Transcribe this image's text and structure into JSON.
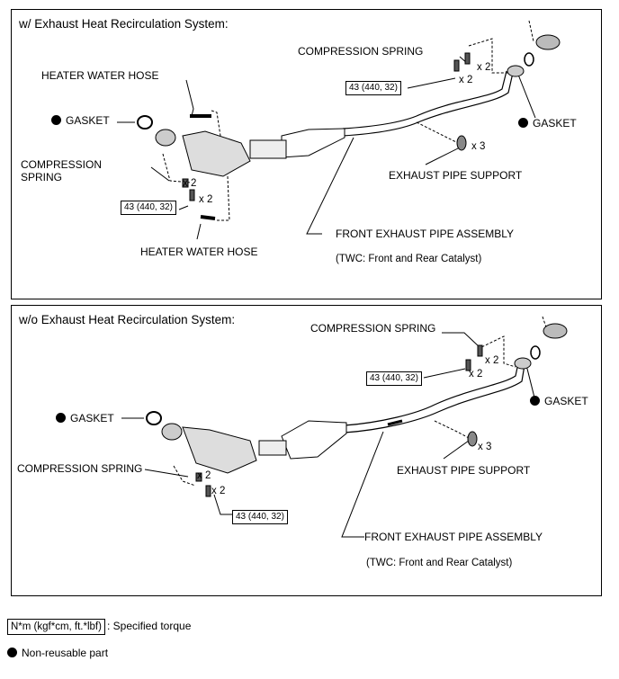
{
  "panel1": {
    "title": "w/ Exhaust Heat Recirculation System:",
    "compression_spring_right": "COMPRESSION SPRING",
    "qty_spring_right": "x 2",
    "qty_bolt_right": "x 2",
    "torque_right": "43 (440, 32)",
    "heater_water_hose_top": "HEATER WATER HOSE",
    "gasket_left": "GASKET",
    "gasket_right": "GASKET",
    "compression_spring_left": "COMPRESSION\nSPRING",
    "qty_spring_left": "x 2",
    "qty_bolt_left": "x 2",
    "torque_left": "43 (440, 32)",
    "heater_water_hose_bottom": "HEATER WATER HOSE",
    "qty_support": "x 3",
    "exhaust_pipe_support": "EXHAUST PIPE SUPPORT",
    "front_exhaust_pipe": "FRONT EXHAUST PIPE ASSEMBLY",
    "twc_note": "(TWC: Front and Rear Catalyst)"
  },
  "panel2": {
    "title": "w/o Exhaust Heat Recirculation System:",
    "compression_spring_right": "COMPRESSION SPRING",
    "qty_spring_right": "x 2",
    "qty_bolt_right": "x 2",
    "torque_right": "43 (440, 32)",
    "gasket_left": "GASKET",
    "gasket_right": "GASKET",
    "compression_spring_left": "COMPRESSION SPRING",
    "qty_spring_left": "x 2",
    "qty_bolt_left": "x 2",
    "torque_left": "43 (440, 32)",
    "qty_support": "x 3",
    "exhaust_pipe_support": "EXHAUST PIPE SUPPORT",
    "front_exhaust_pipe": "FRONT EXHAUST PIPE ASSEMBLY",
    "twc_note": "(TWC: Front and Rear Catalyst)"
  },
  "legend": {
    "torque_box": "N*m (kgf*cm, ft.*lbf)",
    "torque_desc": ": Specified torque",
    "nonreusable": "Non-reusable part"
  }
}
